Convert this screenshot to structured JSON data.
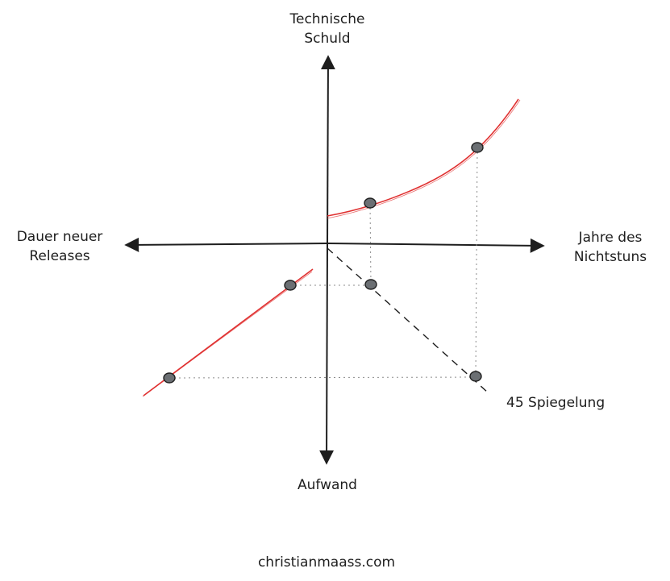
{
  "labels": {
    "y_up": [
      "Technische",
      "Schuld"
    ],
    "y_down": "Aufwand",
    "x_left": [
      "Dauer neuer",
      "Releases"
    ],
    "x_right": [
      "Jahre des",
      "Nichtstuns"
    ],
    "diagonal": "45 Spiegelung",
    "footer": "christianmaass.com"
  },
  "colors": {
    "ink": "#1e1e1e",
    "curve": "#e03131",
    "point_fill": "#6b6f73",
    "guide": "#8c8c8c"
  }
}
